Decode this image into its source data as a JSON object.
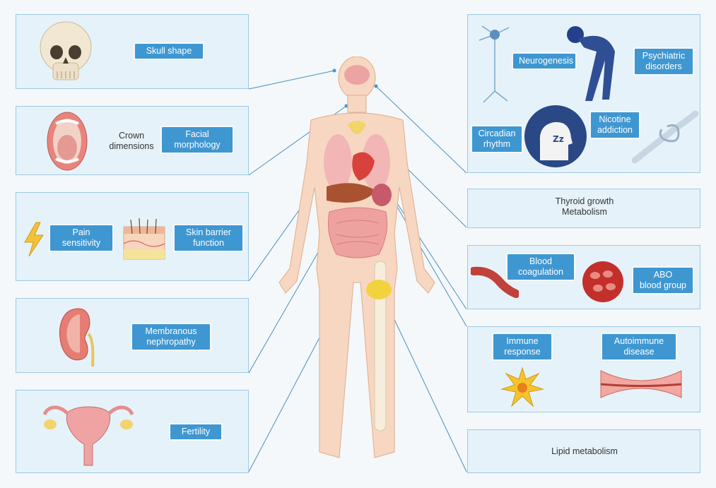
{
  "left": {
    "skull": {
      "label": "Skull shape"
    },
    "mouth": {
      "label_plain": "Crown\ndimensions",
      "label": "Facial\nmorphology"
    },
    "skin": {
      "label_a": "Pain\nsensitivity",
      "label_b": "Skin barrier\nfunction"
    },
    "kidney": {
      "label": "Membranous\nnephropathy"
    },
    "uterus": {
      "label": "Fertility"
    }
  },
  "right": {
    "brain": {
      "neurogenesis": "Neurogenesis",
      "psychiatric": "Psychiatric\ndisorders",
      "circadian": "Circadian\nrhythm",
      "nicotine": "Nicotine\naddiction"
    },
    "thyroid": {
      "text": "Thyroid growth\nMetabolism"
    },
    "blood": {
      "coagulation": "Blood\ncoagulation",
      "abo": "ABO\nblood group"
    },
    "immune": {
      "response": "Immune\nresponse",
      "autoimmune": "Autoimmune\ndisease"
    },
    "lipid": {
      "text": "Lipid metabolism"
    }
  },
  "colors": {
    "panel_bg": "#e6f2f9",
    "panel_border": "#9ec9e2",
    "tag_bg": "#3f97d1",
    "line": "#4a8fbd"
  }
}
